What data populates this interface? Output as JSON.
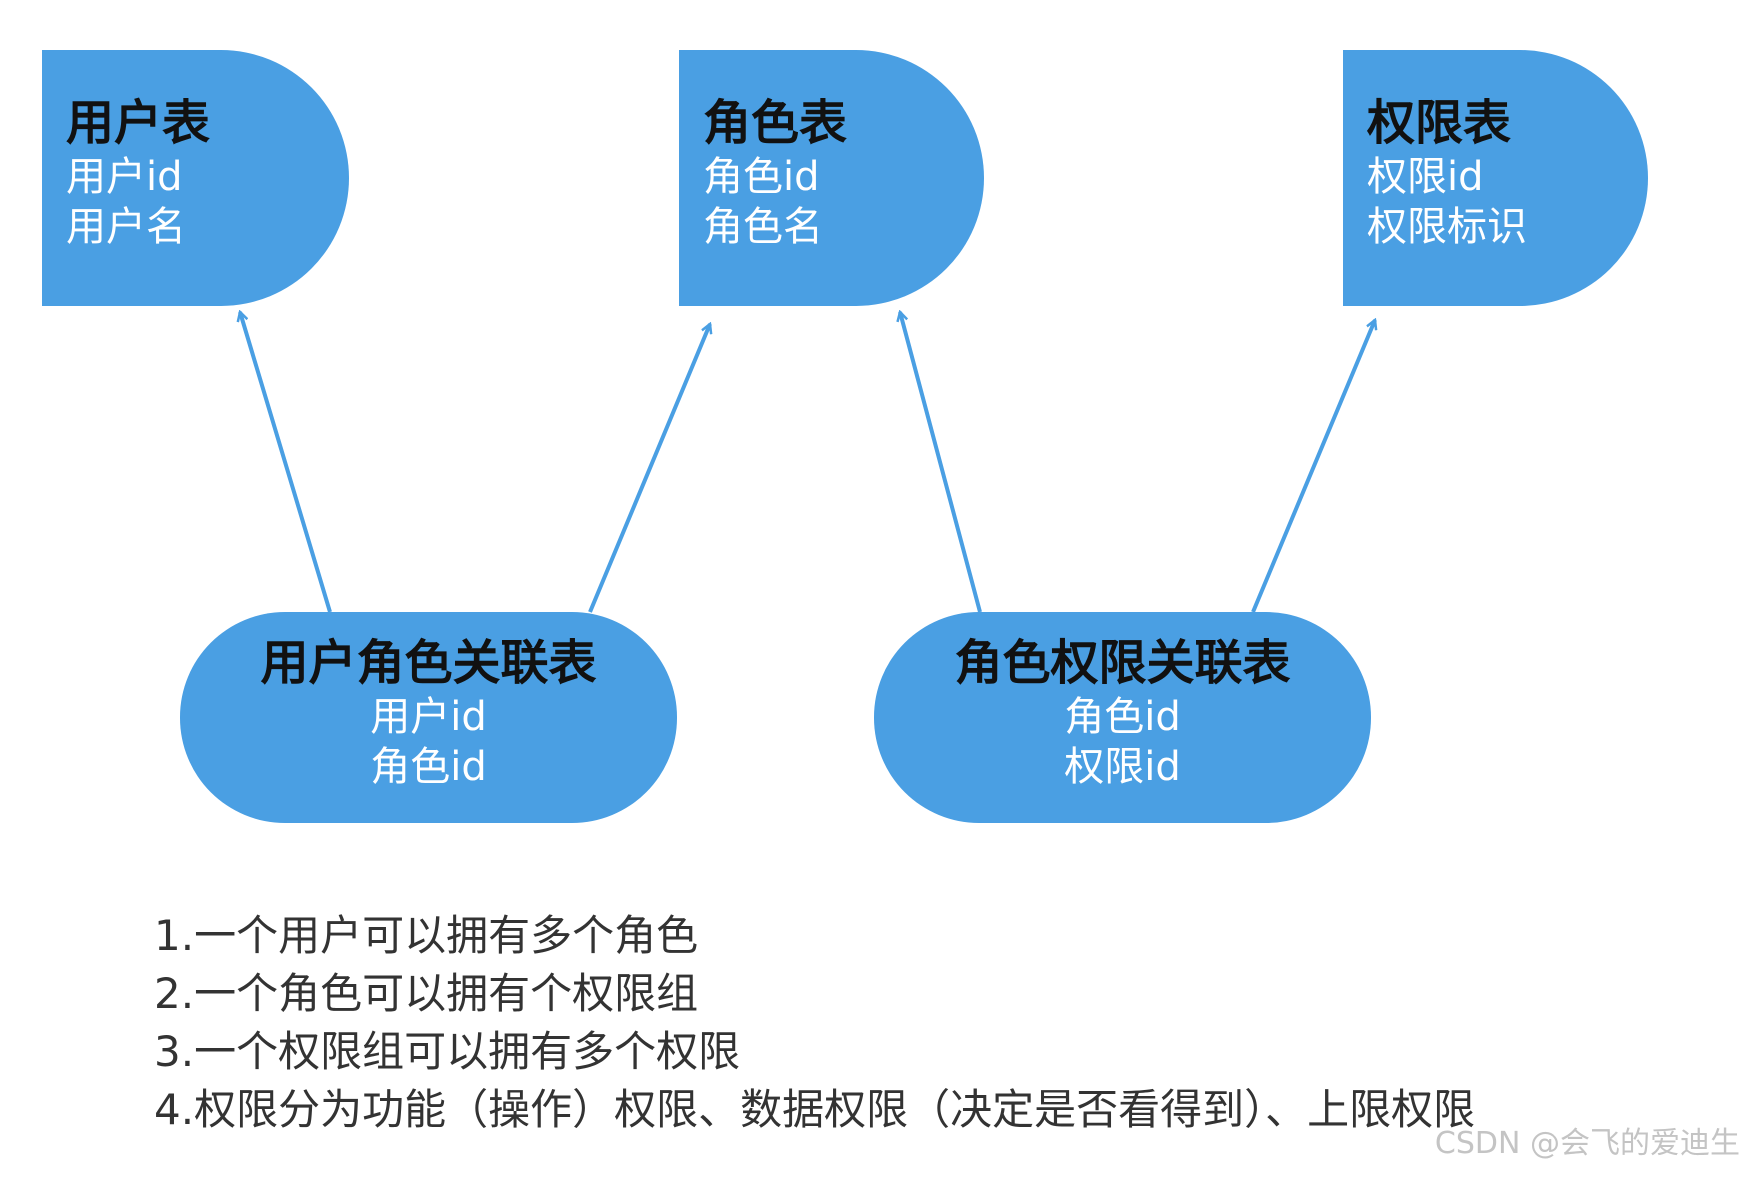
{
  "colors": {
    "node_fill": "#4a9fe3",
    "title_text": "#111111",
    "field_text": "#ffffff",
    "arrow": "#4a9fe3",
    "note_text": "#333333",
    "watermark": "#c4c4c4"
  },
  "tables": {
    "user": {
      "title": "用户表",
      "fields": [
        "用户id",
        "用户名"
      ]
    },
    "role": {
      "title": "角色表",
      "fields": [
        "角色id",
        "角色名"
      ]
    },
    "permission": {
      "title": "权限表",
      "fields": [
        "权限id",
        "权限标识"
      ]
    },
    "user_role": {
      "title": "用户角色关联表",
      "fields": [
        "用户id",
        "角色id"
      ]
    },
    "role_permission": {
      "title": "角色权限关联表",
      "fields": [
        "角色id",
        "权限id"
      ]
    }
  },
  "relations": [
    {
      "from": "user_role",
      "to": "user"
    },
    {
      "from": "user_role",
      "to": "role"
    },
    {
      "from": "role_permission",
      "to": "role"
    },
    {
      "from": "role_permission",
      "to": "permission"
    }
  ],
  "notes": [
    "1.一个用户可以拥有多个角色",
    "2.一个角色可以拥有个权限组",
    "3.一个权限组可以拥有多个权限",
    "4.权限分为功能（操作）权限、数据权限（决定是否看得到）、上限权限"
  ],
  "watermark": "CSDN @会飞的爱迪生"
}
